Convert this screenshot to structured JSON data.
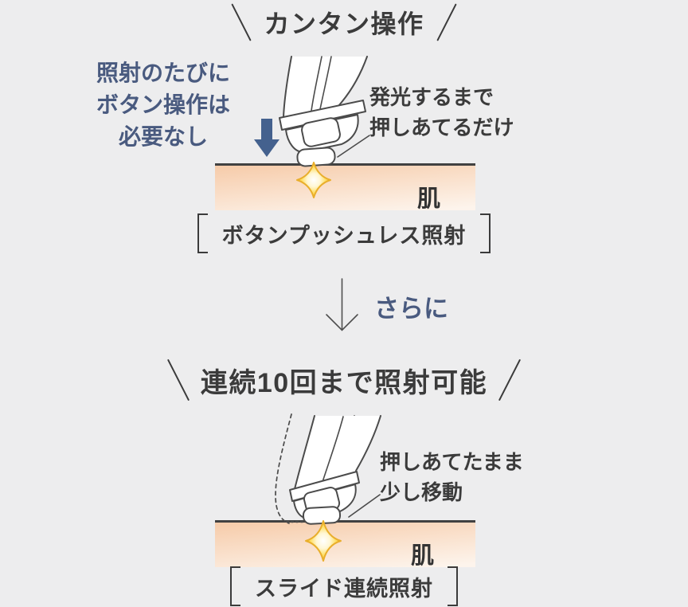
{
  "colors": {
    "background": "#ededee",
    "ink": "#3b3b3b",
    "accent_blue": "#495a7f",
    "arrow_blue": "#44618e",
    "outline_gray": "#4b4b4b",
    "skin_gradient_top": "#f6cba9",
    "skin_gradient_bottom": "#fdf4ec",
    "skin_line": "#414141",
    "sparkle_gold": "#f7c93a"
  },
  "section1": {
    "title": "カンタン操作",
    "side_note_lines": [
      "照射のたびに",
      "ボタン操作は",
      "必要なし"
    ],
    "callout_lines": [
      "発光するまで",
      "押しあてるだけ"
    ],
    "skin_label": "肌",
    "caption": "ボタンプッシュレス照射",
    "press_arrow_icon": "thick-down-arrow",
    "flash_icon": "sparkle-star"
  },
  "divider": {
    "arrow_icon": "thin-down-arrow",
    "label": "さらに"
  },
  "section2": {
    "title": "連続10回まで照射可能",
    "callout_lines": [
      "押しあてたまま",
      "少し移動"
    ],
    "skin_label": "肌",
    "caption": "スライド連続照射",
    "ghost_icon": "dashed-previous-position",
    "flash_icon": "sparkle-star"
  }
}
